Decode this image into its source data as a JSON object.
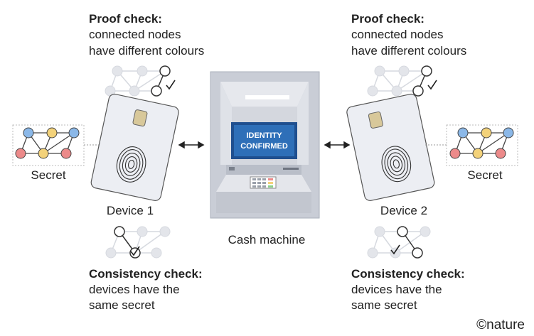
{
  "left": {
    "proof_check": {
      "title": "Proof check:",
      "line1": "connected nodes",
      "line2": "have different colours"
    },
    "secret_label": "Secret",
    "device_label": "Device 1",
    "consistency_check": {
      "title": "Consistency check:",
      "line1": "devices have the",
      "line2": "same secret"
    }
  },
  "right": {
    "proof_check": {
      "title": "Proof check:",
      "line1": "connected nodes",
      "line2": "have different colours"
    },
    "secret_label": "Secret",
    "device_label": "Device 2",
    "consistency_check": {
      "title": "Consistency check:",
      "line1": "devices have the",
      "line2": "same secret"
    }
  },
  "machine": {
    "label": "Cash machine",
    "screen_line1": "IDENTITY",
    "screen_line2": "CONFIRMED"
  },
  "credit": "©nature",
  "colors": {
    "node_blue": "#8bb8e8",
    "node_yellow": "#f3d27a",
    "node_red": "#ec8a8a",
    "faint_node": "#e3e5ea",
    "machine_grey": "#c9cdd6",
    "screen_blue": "#2e6fb8"
  }
}
